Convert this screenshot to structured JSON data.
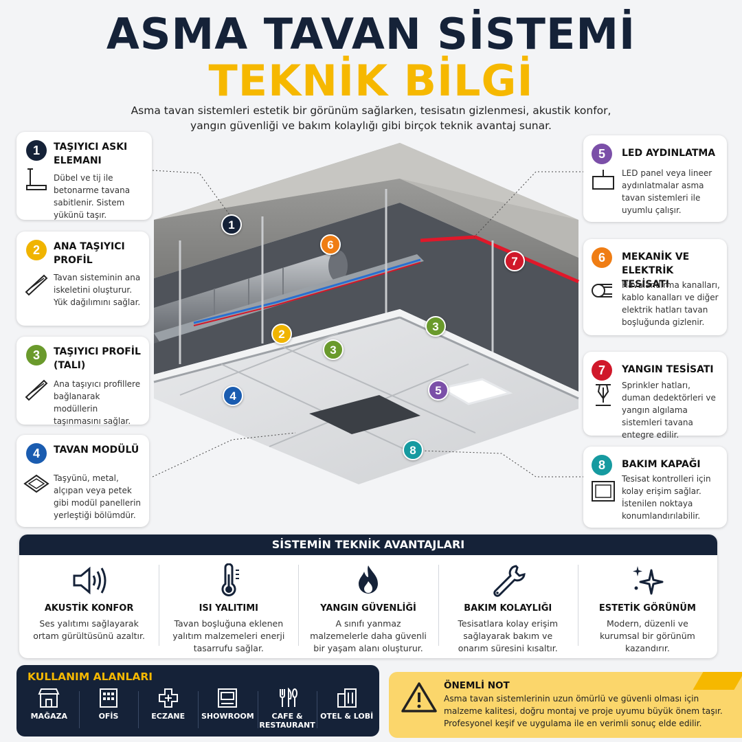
{
  "header": {
    "title_line1": "ASMA TAVAN SİSTEMİ",
    "title_line2": "TEKNİK BİLGİ",
    "intro": "Asma tavan sistemleri estetik bir görünüm sağlarken, tesisatın gizlenmesi, akustik konfor, yangın güvenliği ve bakım kolaylığı gibi birçok teknik avantaj sunar."
  },
  "colors": {
    "navy": "#152238",
    "yellow": "#f6b800",
    "c1": "#152238",
    "c2": "#f0b400",
    "c3": "#6a9a2c",
    "c4": "#1a5cb0",
    "c5": "#7b4fa8",
    "c6": "#ef7d14",
    "c7": "#d0182a",
    "c8": "#169aa0"
  },
  "components": [
    {
      "num": "1",
      "title": "TAŞIYICI ASKI ELEMANI",
      "desc": "Dübel ve tij ile betonarme tavana sabitlenir. Sistem yükünü taşır.",
      "icon": "hanger-rod-icon"
    },
    {
      "num": "2",
      "title": "ANA TAŞIYICI PROFİL",
      "desc": "Tavan sisteminin ana iskeletini oluşturur. Yük dağılımını sağlar.",
      "icon": "main-profile-icon"
    },
    {
      "num": "3",
      "title": "TAŞIYICI PROFİL (TALI)",
      "desc": "Ana taşıyıcı profillere bağlanarak modüllerin taşınmasını sağlar.",
      "icon": "cross-profile-icon"
    },
    {
      "num": "4",
      "title": "TAVAN MODÜLÜ",
      "desc": "Taşyünü, metal, alçıpan veya petek gibi modül panellerin yerleştiği bölümdür.",
      "icon": "ceiling-tile-icon"
    },
    {
      "num": "5",
      "title": "LED AYDINLATMA",
      "desc": "LED panel veya lineer aydınlatmalar asma tavan sistemleri ile uyumlu çalışır.",
      "icon": "led-panel-icon"
    },
    {
      "num": "6",
      "title": "MEKANİK VE ELEKTRİK TESİSATI",
      "desc": "Havalandırma kanalları, kablo kanalları ve diğer elektrik hatları tavan boşluğunda gizlenir.",
      "icon": "duct-icon"
    },
    {
      "num": "7",
      "title": "YANGIN TESİSATI",
      "desc": "Sprinkler hatları, duman dedektörleri ve yangın algılama sistemleri tavana entegre edilir.",
      "icon": "sprinkler-icon"
    },
    {
      "num": "8",
      "title": "BAKIM KAPAĞI",
      "desc": "Tesisat kontrolleri için kolay erişim sağlar. İstenilen noktaya konumlandırılabilir.",
      "icon": "access-hatch-icon"
    }
  ],
  "advantages": {
    "heading": "SİSTEMİN TEKNİK AVANTAJLARI",
    "items": [
      {
        "title": "AKUSTİK KONFOR",
        "desc": "Ses yalıtımı sağlayarak ortam gürültüsünü azaltır.",
        "icon": "speaker-icon"
      },
      {
        "title": "ISI YALITIMI",
        "desc": "Tavan boşluğuna eklenen yalıtım malzemeleri enerji tasarrufu sağlar.",
        "icon": "thermometer-icon"
      },
      {
        "title": "YANGIN GÜVENLİĞİ",
        "desc": "A sınıfı yanmaz malzemelerle daha güvenli bir yaşam alanı oluşturur.",
        "icon": "flame-icon"
      },
      {
        "title": "BAKIM KOLAYLIĞI",
        "desc": "Tesisatlara kolay erişim sağlayarak bakım ve onarım süresini kısaltır.",
        "icon": "wrench-icon"
      },
      {
        "title": "ESTETİK GÖRÜNÜM",
        "desc": "Modern, düzenli ve kurumsal bir görünüm kazandırır.",
        "icon": "sparkle-icon"
      }
    ]
  },
  "usage": {
    "heading": "KULLANIM ALANLARI",
    "items": [
      {
        "label": "MAĞAZA",
        "icon": "store-icon"
      },
      {
        "label": "OFİS",
        "icon": "office-icon"
      },
      {
        "label": "ECZANE",
        "icon": "pharmacy-icon"
      },
      {
        "label": "SHOWROOM",
        "icon": "showroom-icon"
      },
      {
        "label": "CAFE & RESTAURANT",
        "icon": "cutlery-icon"
      },
      {
        "label": "OTEL & LOBİ",
        "icon": "hotel-icon"
      }
    ]
  },
  "note": {
    "title": "ÖNEMLİ NOT",
    "text": "Asma tavan sistemlerinin uzun ömürlü ve güvenli olması için malzeme kalitesi, doğru montaj ve proje uyumu büyük önem taşır. Profesyonel keşif ve uygulama ile en verimli sonuç elde edilir.",
    "icon": "warning-icon"
  },
  "illustration_badges": [
    "1",
    "6",
    "7",
    "2",
    "3",
    "3",
    "4",
    "5",
    "8"
  ]
}
